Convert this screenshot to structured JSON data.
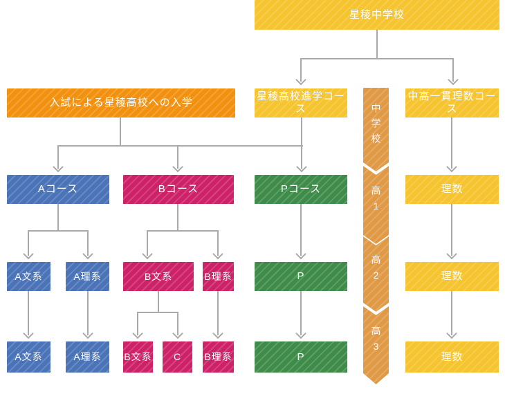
{
  "colors": {
    "yellow": "#f5c42e",
    "orange": "#f29110",
    "blue": "#4a73b8",
    "pink": "#cd2268",
    "green": "#3f8c4a",
    "banner": "#e09a46",
    "line": "#a9a9a9"
  },
  "nodes": {
    "root": "星稜中学校",
    "exam_entry": "入試による星稜高校への入学",
    "shingaku_course": "星稜高校進学コース",
    "ikkan_course": "中高一貫理数コース",
    "a_course": "Aコース",
    "b_course": "Bコース",
    "p_course": "Pコース",
    "risu_h1": "理数",
    "a_bunkei_h2": "A文系",
    "a_rikei_h2": "A理系",
    "b_bunkei_h2": "B文系",
    "b_rikei_h2": "B理系",
    "p_h2": "P",
    "risu_h2": "理数",
    "a_bunkei_h3": "A文系",
    "a_rikei_h3": "A理系",
    "b_bunkei_h3": "B文系",
    "c_h3": "C",
    "b_rikei_h3": "B理系",
    "p_h3": "P",
    "risu_h3": "理数"
  },
  "banner": {
    "segments": [
      "中学校",
      "高1",
      "高2",
      "高3"
    ]
  }
}
